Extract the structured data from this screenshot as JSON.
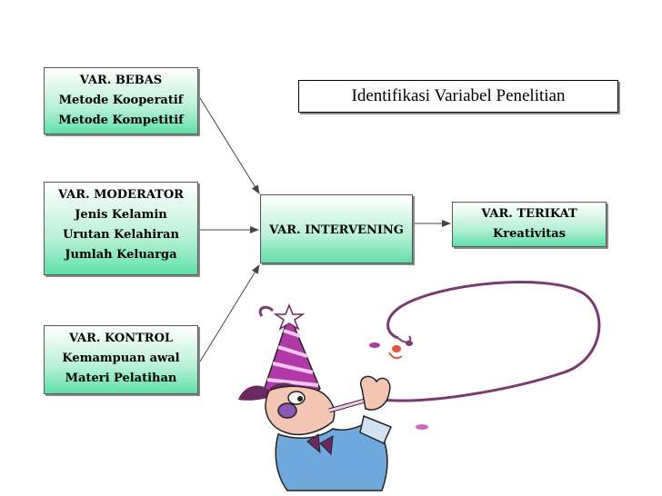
{
  "title": "Identifikasi Variabel Penelitian",
  "boxes": {
    "bebas": {
      "heading": "VAR. BEBAS",
      "items": [
        "Metode Kooperatif",
        "Metode Kompetitif"
      ]
    },
    "moderator": {
      "heading": "VAR. MODERATOR",
      "items": [
        "Jenis Kelamin",
        "Urutan Kelahiran",
        "Jumlah Keluarga"
      ]
    },
    "kontrol": {
      "heading": "VAR. KONTROL",
      "items": [
        "Kemampuan awal",
        "Materi Pelatihan"
      ]
    },
    "intervening": {
      "heading": "VAR. INTERVENING"
    },
    "terikat": {
      "heading": "VAR. TERIKAT",
      "items": [
        "Kreativitas"
      ]
    }
  },
  "colors": {
    "box_fill_top": "#ffffff",
    "box_fill_bottom": "#5fe0a8",
    "arrow": "#444444",
    "hat_purple": "#b23aa8",
    "balloon_line": "#7a3a70"
  },
  "illustration": "party-clown-icon"
}
